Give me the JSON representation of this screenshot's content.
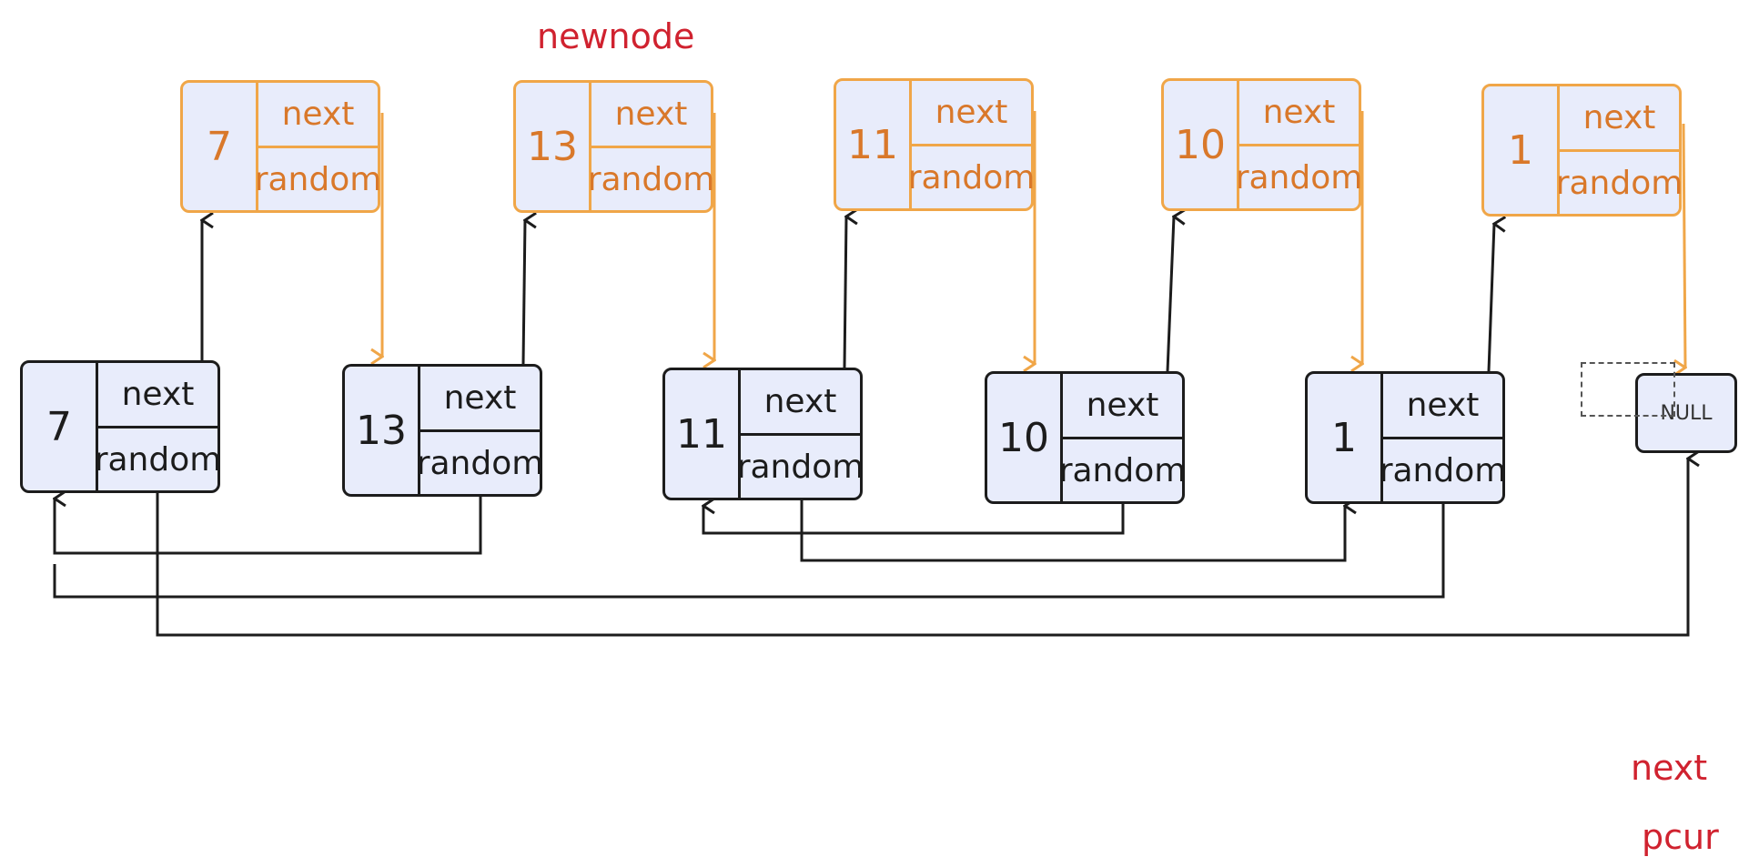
{
  "labels": {
    "newnode": "newnode",
    "next": "next",
    "pcur": "pcur"
  },
  "field_labels": {
    "next": "next",
    "random": "random"
  },
  "original_nodes": [
    "7",
    "13",
    "11",
    "10",
    "1"
  ],
  "copy_nodes": [
    "7",
    "13",
    "11",
    "10",
    "1"
  ],
  "null_label": "NULL",
  "colors": {
    "original_border": "#1c1c1c",
    "copy_border": "#f0a648",
    "copy_text": "#d9782a",
    "node_fill": "#e8ecfb",
    "label_red": "#d0222f"
  }
}
